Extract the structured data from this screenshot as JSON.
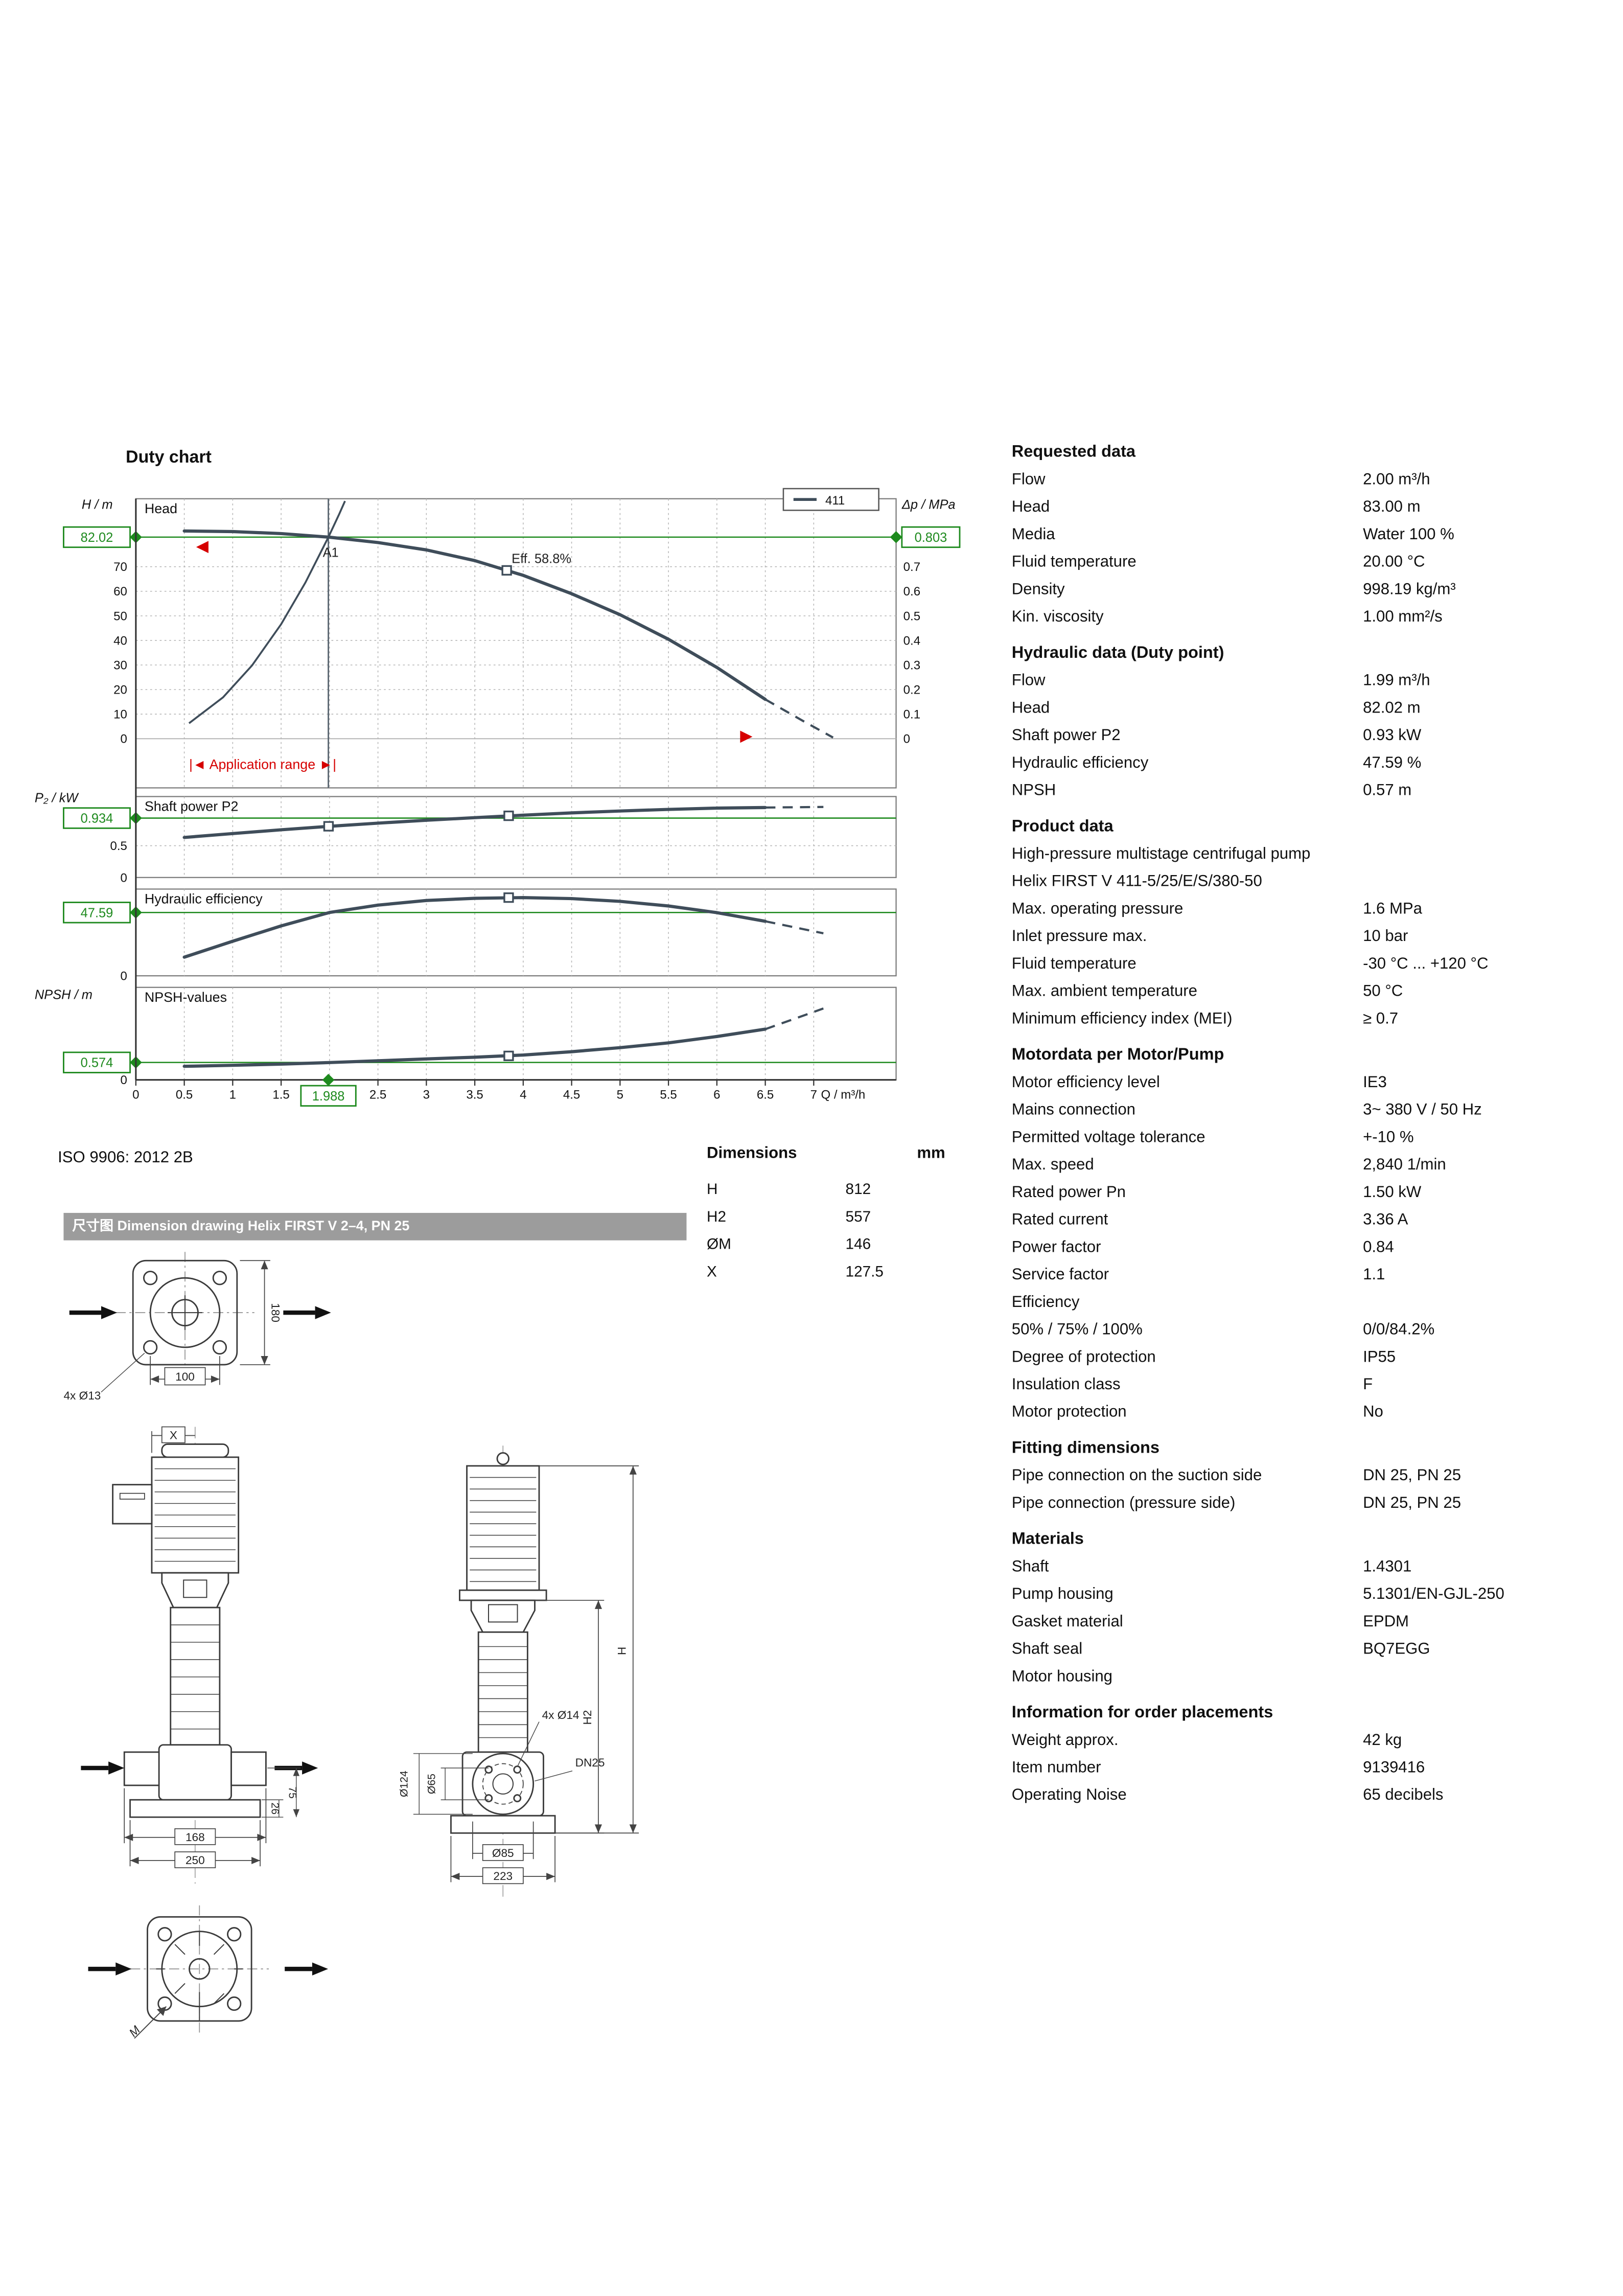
{
  "page": {
    "duty_chart_title": "Duty chart",
    "iso_note": "ISO 9906: 2012 2B"
  },
  "chart_data": [
    {
      "id": "head",
      "type": "line",
      "label": "Head",
      "legend": {
        "label": "411"
      },
      "axis_left": {
        "title": "H / m",
        "ticks": [
          0,
          10,
          20,
          30,
          40,
          50,
          60,
          70
        ]
      },
      "axis_right": {
        "title": "Δp / MPa",
        "ticks": [
          0,
          0.1,
          0.2,
          0.3,
          0.4,
          0.5,
          0.6,
          0.7
        ]
      },
      "x": [
        0.5,
        1,
        1.5,
        2,
        2.5,
        3,
        3.5,
        4,
        4.5,
        5,
        5.5,
        6,
        6.5
      ],
      "values": [
        84.5,
        84.3,
        83.5,
        82.0,
        79.8,
        76.8,
        72.5,
        66.5,
        59.0,
        50.5,
        40.5,
        29.0,
        16.0
      ],
      "dashed_x": [
        6.5,
        6.9,
        7.2
      ],
      "dashed_values": [
        16,
        7,
        0.5
      ],
      "system_curve": {
        "x": [
          0.55,
          0.9,
          1.2,
          1.5,
          1.75,
          1.99,
          2.1,
          2.16
        ],
        "values": [
          6.3,
          16.8,
          29.8,
          46.6,
          63.5,
          82.1,
          91.4,
          96.7
        ]
      },
      "markers": [
        {
          "x": 3.83,
          "v": 68.5
        }
      ],
      "duty_x": 1.988,
      "duty_left": {
        "value": 82.02,
        "label": "82.02"
      },
      "duty_right": {
        "value": 0.803,
        "label": "0.803"
      },
      "annotations": {
        "a1": {
          "label": "A1",
          "x": 1.93,
          "v": 74
        },
        "eff": {
          "label": "Eff.  58.8%",
          "x": 3.88,
          "v": 71.5
        },
        "range_text": {
          "label": "|◄ Application range ►|",
          "x": 1.31,
          "v": -12.3
        },
        "tri_left": {
          "x": 0.69,
          "v": 78
        },
        "tri_right": {
          "x": 6.3,
          "v": 0.8
        }
      }
    },
    {
      "id": "p2",
      "type": "line",
      "label": "Shaft power P2",
      "axis_left": {
        "title": "P₂ / kW",
        "ticks": [
          0,
          0.5
        ]
      },
      "x": [
        0.5,
        1,
        1.5,
        2,
        2.5,
        3,
        3.5,
        4,
        4.5,
        5,
        5.5,
        6,
        6.5
      ],
      "values": [
        0.63,
        0.69,
        0.75,
        0.805,
        0.855,
        0.9,
        0.94,
        0.98,
        1.015,
        1.045,
        1.07,
        1.09,
        1.1
      ],
      "dashed_x": [
        6.5,
        7.1
      ],
      "dashed_values": [
        1.1,
        1.11
      ],
      "markers": [
        {
          "x": 1.99,
          "v": 0.805
        },
        {
          "x": 3.85,
          "v": 0.97
        }
      ],
      "duty_left": {
        "value": 0.934,
        "label": "0.934"
      }
    },
    {
      "id": "eff",
      "type": "line",
      "label": "Hydraulic efficiency",
      "axis_left": {
        "title": "",
        "ticks": [
          0
        ]
      },
      "x": [
        0.5,
        1,
        1.5,
        2,
        2.5,
        3,
        3.5,
        4,
        4.5,
        5,
        5.5,
        6,
        6.5
      ],
      "values": [
        14,
        26,
        37.5,
        47.6,
        53.2,
        56.6,
        58.3,
        58.8,
        58,
        56,
        52.5,
        47.5,
        41
      ],
      "dashed_x": [
        6.5,
        7.1
      ],
      "dashed_values": [
        41,
        32
      ],
      "markers": [
        {
          "x": 3.85,
          "v": 58.8
        }
      ],
      "duty_left": {
        "value": 47.59,
        "label": "47.59"
      }
    },
    {
      "id": "npsh",
      "type": "line",
      "label": "NPSH-values",
      "axis_left": {
        "title": "NPSH / m",
        "ticks": [
          0
        ]
      },
      "x": [
        0.5,
        1,
        1.5,
        2,
        2.5,
        3,
        3.5,
        4,
        4.5,
        5,
        5.5,
        6,
        6.5
      ],
      "values": [
        0.45,
        0.48,
        0.52,
        0.57,
        0.63,
        0.69,
        0.75,
        0.82,
        0.93,
        1.06,
        1.22,
        1.43,
        1.67
      ],
      "dashed_x": [
        6.5,
        7.1
      ],
      "dashed_values": [
        1.67,
        2.35
      ],
      "markers": [
        {
          "x": 3.85,
          "v": 0.79
        }
      ],
      "duty_left": {
        "value": 0.574,
        "label": "0.574"
      }
    }
  ],
  "x_axis": {
    "title": "Q / m³/h",
    "tick_values": [
      0,
      0.5,
      1,
      1.5,
      2.5,
      3,
      3.5,
      4,
      4.5,
      5,
      5.5,
      6,
      6.5,
      7
    ],
    "tick_labels": [
      "0",
      "0.5",
      "1",
      "1.5",
      "2.5",
      "3",
      "3.5",
      "4",
      "4.5",
      "5",
      "5.5",
      "6",
      "6.5",
      "7"
    ],
    "duty": {
      "value": 1.988,
      "label": "1.988"
    }
  },
  "dimensions": {
    "title": "Dimensions",
    "unit": "mm",
    "rows": [
      [
        "H",
        "812"
      ],
      [
        "H2",
        "557"
      ],
      [
        "ØM",
        "146"
      ],
      [
        "X",
        "127.5"
      ]
    ]
  },
  "drawings": {
    "banner": "尺寸图 Dimension drawing Helix FIRST V 2–4, PN 25",
    "top_view": {
      "height": "180",
      "width": "100",
      "holes": "4x Ø13"
    },
    "front_view": {
      "x": "X",
      "w1": "168",
      "w2": "250",
      "h1": "26",
      "h2": "75"
    },
    "side_view": {
      "h": "H",
      "h2": "H2",
      "holes": "4x Ø14",
      "dn": "DN25",
      "d85": "Ø85",
      "w": "223",
      "d124": "Ø124",
      "d65": "Ø65"
    },
    "bottom_view": {
      "m": "M"
    }
  },
  "panel": {
    "sections": [
      {
        "title": "Requested data",
        "rows": [
          [
            "Flow",
            "2.00 m³/h"
          ],
          [
            "Head",
            "83.00 m"
          ],
          [
            "Media",
            "Water 100 %"
          ],
          [
            "Fluid temperature",
            "20.00 °C"
          ],
          [
            "Density",
            "998.19 kg/m³"
          ],
          [
            "Kin. viscosity",
            "1.00 mm²/s"
          ]
        ]
      },
      {
        "title": "Hydraulic data (Duty point)",
        "rows": [
          [
            "Flow",
            "1.99 m³/h"
          ],
          [
            "Head",
            "82.02 m"
          ],
          [
            "Shaft power P2",
            "0.93 kW"
          ],
          [
            "Hydraulic efficiency",
            "47.59 %"
          ],
          [
            "NPSH",
            "0.57 m"
          ]
        ]
      },
      {
        "title": "Product data",
        "lead": [
          "High-pressure multistage centrifugal pump",
          "Helix FIRST V 411-5/25/E/S/380-50"
        ],
        "rows": [
          [
            "Max. operating pressure",
            "1.6 MPa"
          ],
          [
            "Inlet pressure max.",
            "10 bar"
          ],
          [
            "Fluid temperature",
            "-30 °C ... +120 °C"
          ],
          [
            "Max. ambient temperature",
            "50 °C"
          ],
          [
            "Minimum efficiency index (MEI)",
            "≥ 0.7"
          ]
        ]
      },
      {
        "title": "Motordata per Motor/Pump",
        "rows": [
          [
            "Motor efficiency level",
            "IE3"
          ],
          [
            "Mains connection",
            "3~ 380 V / 50 Hz"
          ],
          [
            "Permitted voltage tolerance",
            "+-10 %"
          ],
          [
            "Max. speed",
            "2,840 1/min"
          ],
          [
            "Rated power Pn",
            "1.50 kW"
          ],
          [
            "Rated current",
            "3.36 A"
          ],
          [
            "Power factor",
            "0.84"
          ],
          [
            "Service factor",
            "1.1"
          ],
          [
            "Efficiency",
            ""
          ],
          [
            "50% / 75% / 100%",
            "0/0/84.2%"
          ],
          [
            "Degree of protection",
            "IP55"
          ],
          [
            "Insulation class",
            "F"
          ],
          [
            "Motor protection",
            "No"
          ]
        ]
      },
      {
        "title": "Fitting dimensions",
        "rows": [
          [
            "Pipe connection on the suction side",
            "DN 25, PN 25"
          ],
          [
            "Pipe connection (pressure side)",
            "DN 25, PN 25"
          ]
        ]
      },
      {
        "title": "Materials",
        "rows": [
          [
            "Shaft",
            "1.4301"
          ],
          [
            "Pump housing",
            "5.1301/EN-GJL-250"
          ],
          [
            "Gasket material",
            "EPDM"
          ],
          [
            "Shaft seal",
            "BQ7EGG"
          ],
          [
            "Motor housing",
            ""
          ]
        ]
      },
      {
        "title": "Information for order placements",
        "rows": [
          [
            "Weight approx.",
            "42 kg"
          ],
          [
            "Item number",
            "9139416"
          ],
          [
            "Operating Noise",
            "65 decibels"
          ]
        ]
      }
    ]
  }
}
